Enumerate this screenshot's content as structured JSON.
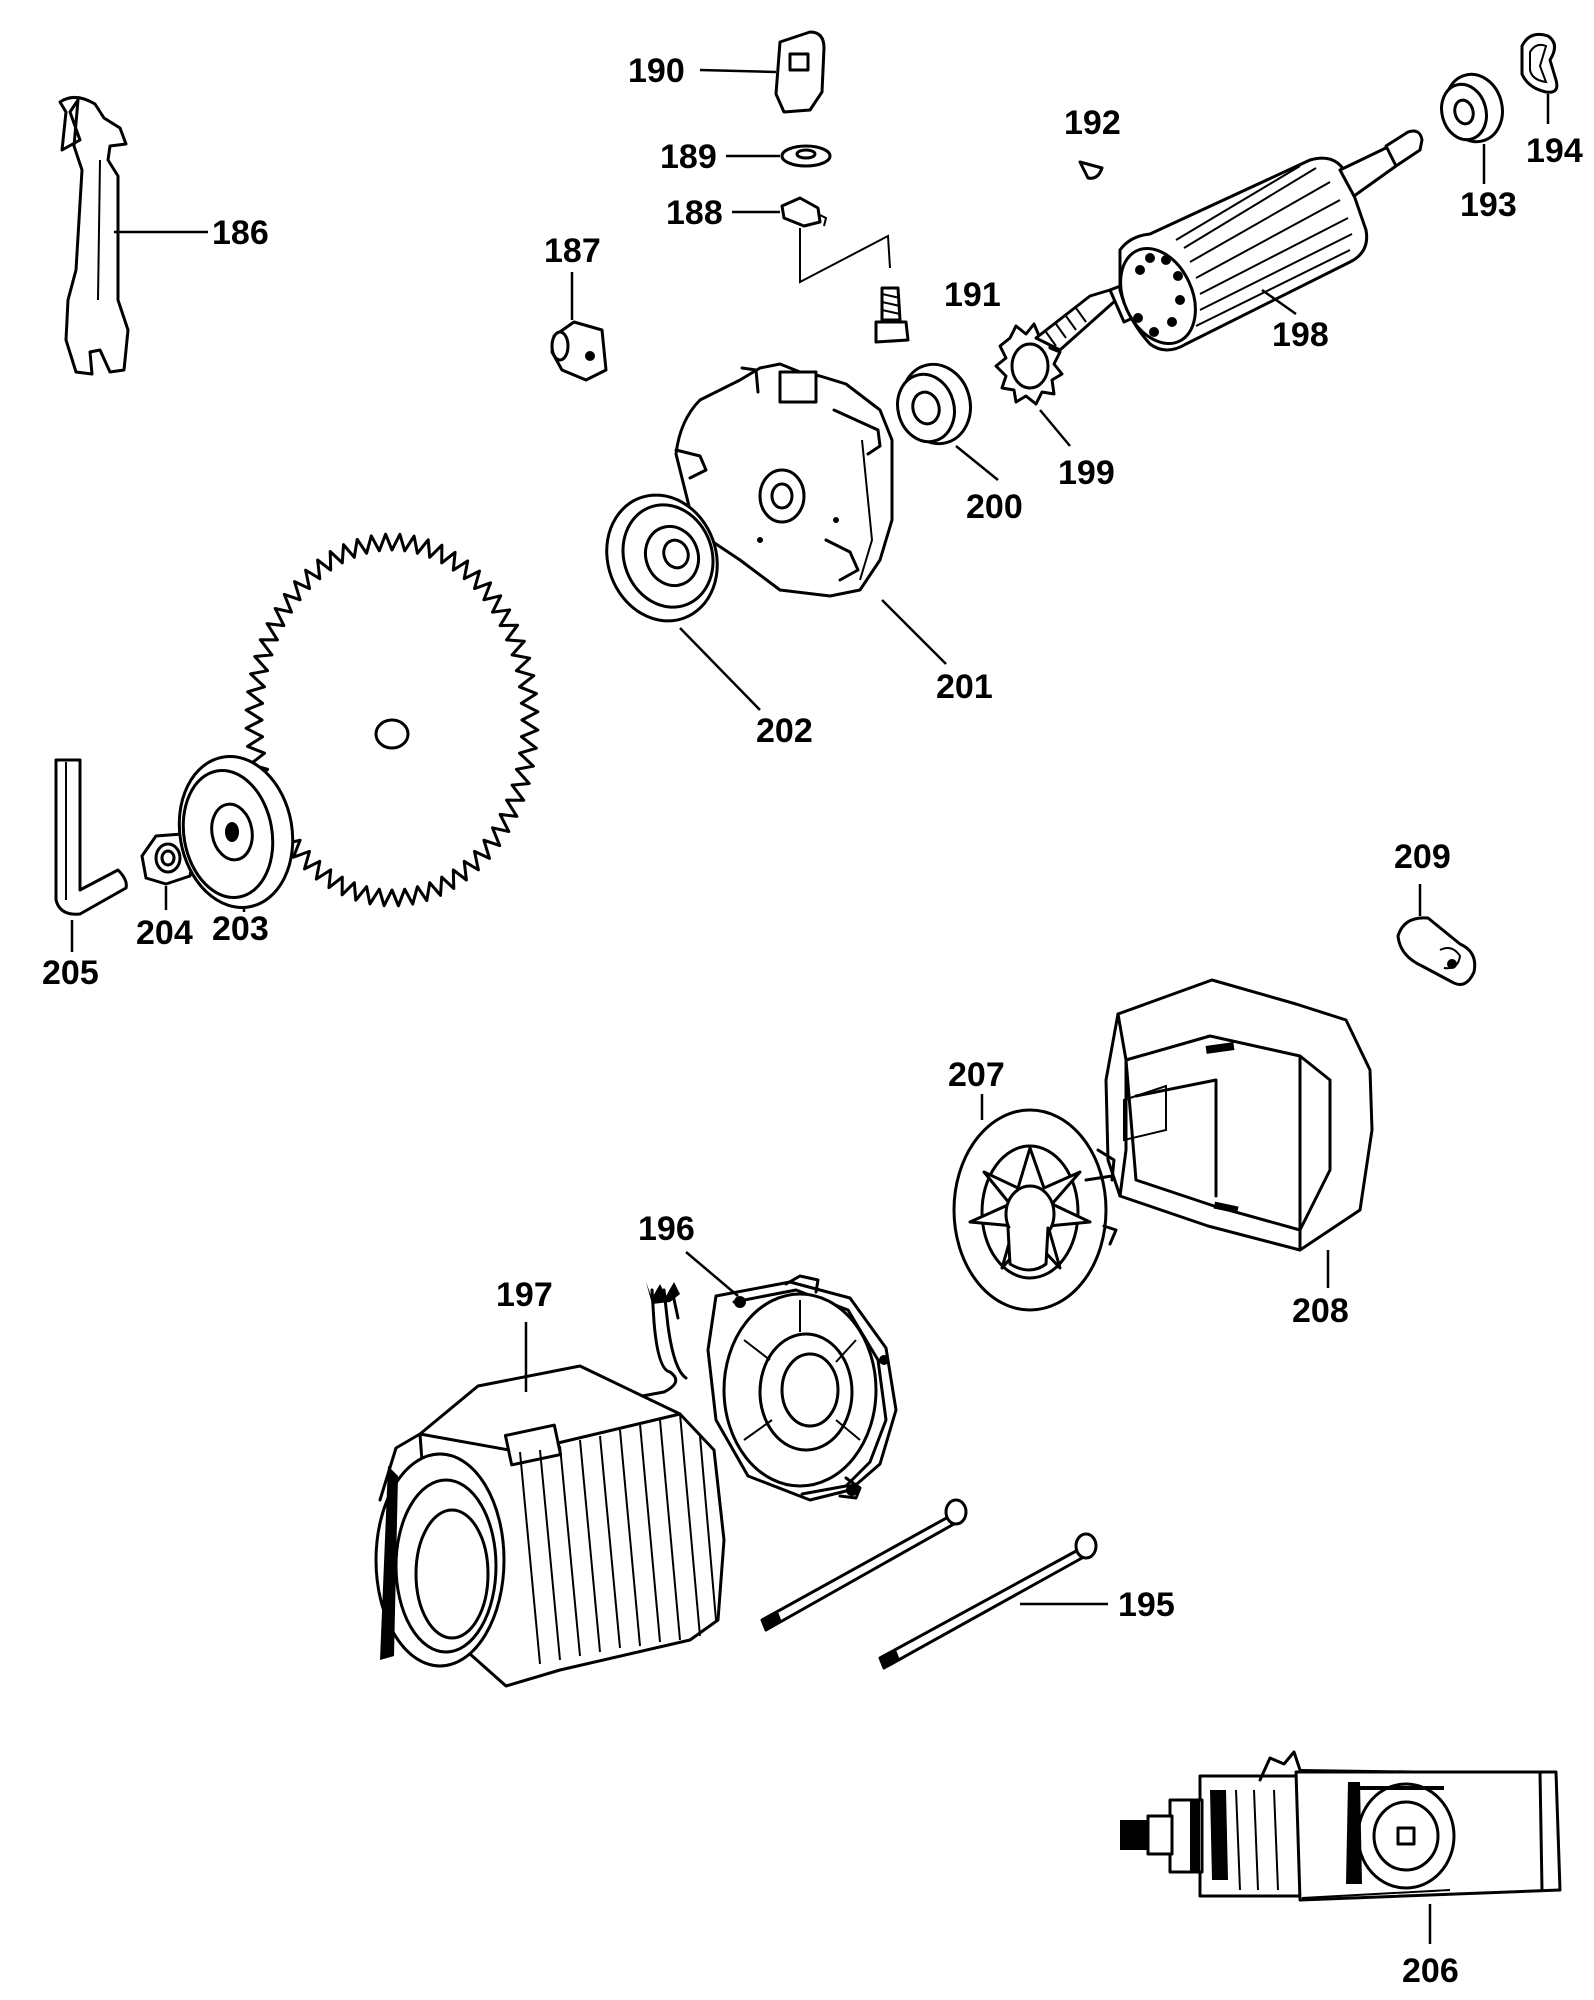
{
  "labels": {
    "p186": "186",
    "p187": "187",
    "p188": "188",
    "p189": "189",
    "p190": "190",
    "p191": "191",
    "p192": "192",
    "p193": "193",
    "p194": "194",
    "p195": "195",
    "p196": "196",
    "p197": "197",
    "p198": "198",
    "p199": "199",
    "p200": "200",
    "p201": "201",
    "p202": "202",
    "p203": "203",
    "p204": "204",
    "p205": "205",
    "p206": "206",
    "p207": "207",
    "p208": "208",
    "p209": "209"
  }
}
